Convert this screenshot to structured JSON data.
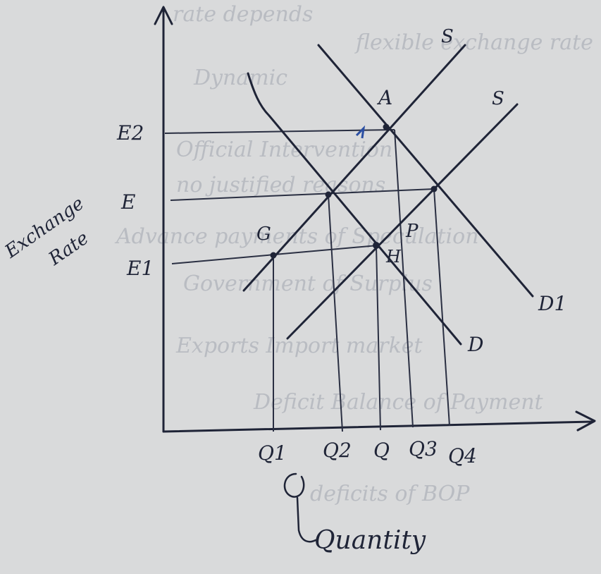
{
  "diagram": {
    "axis_y_label_line1": "Exchange",
    "axis_y_label_line2": "Rate",
    "axis_x_label": "Quantity",
    "y_ticks": [
      "E2",
      "E",
      "E1"
    ],
    "x_ticks": [
      "Q1",
      "Q2",
      "Q",
      "Q3",
      "Q4"
    ],
    "curves": {
      "supply_left": "S",
      "supply_right": "S",
      "demand_left": "D",
      "demand_right": "D1"
    },
    "points": {
      "a": "A",
      "g": "G",
      "h": "H",
      "p": "P"
    }
  },
  "background_text": [
    "rate depends",
    "flexible exchange rate",
    "Dynamic",
    "Official Intervention",
    "no justified reasons",
    "Advance payments of Speculation",
    "Government of Surplus",
    "Exports Import market",
    "Deficit Balance of Payment",
    "deficits of BOP"
  ],
  "colors": {
    "paper": "#d9dadb",
    "ink": "#1f2437",
    "faint_text": "#b9bcc2",
    "accent_mark": "#2b4fa3"
  }
}
